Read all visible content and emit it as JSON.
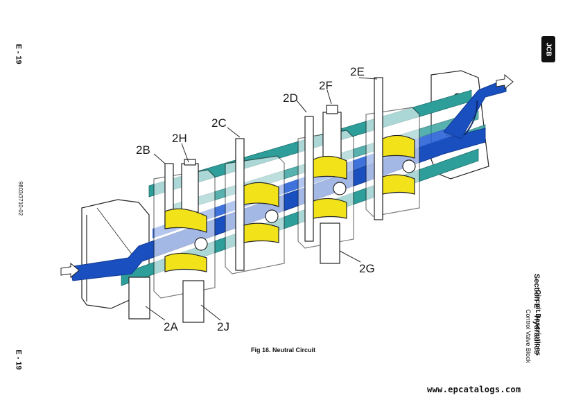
{
  "page_number_top": "E - 19",
  "page_number_bottom": "E - 19",
  "doc_code": "9803/3710-02",
  "section_title": "Section E - Hydraulics",
  "subsection_title": "Circuit Descriptions",
  "topic_title": "Control Valve Block",
  "logo_text": "JCB",
  "figure_caption": "Fig 16. Neutral Circuit",
  "watermark": "www.epcatalogs.com",
  "labels": {
    "l2a": "2A",
    "l2b": "2B",
    "l2c": "2C",
    "l2d": "2D",
    "l2e": "2E",
    "l2f": "2F",
    "l2g": "2G",
    "l2h": "2H",
    "l2j": "2J"
  },
  "colors": {
    "pressure_blue": "#1a4fc0",
    "pressure_blue_dark": "#123a8f",
    "return_teal": "#2e9e9a",
    "spool_yellow": "#f2e21a",
    "housing_outline": "#222222"
  }
}
